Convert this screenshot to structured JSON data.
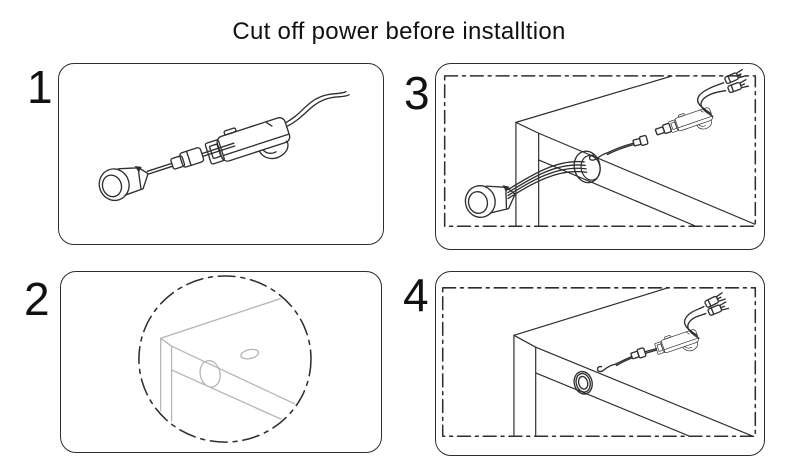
{
  "title": "Cut off power before installtion",
  "colors": {
    "ink": "#2e2e2e",
    "light": "#b5b5b5",
    "text": "#111111",
    "bg": "#ffffff"
  },
  "steps": [
    {
      "number": "1"
    },
    {
      "number": "2"
    },
    {
      "number": "3"
    },
    {
      "number": "4"
    }
  ]
}
